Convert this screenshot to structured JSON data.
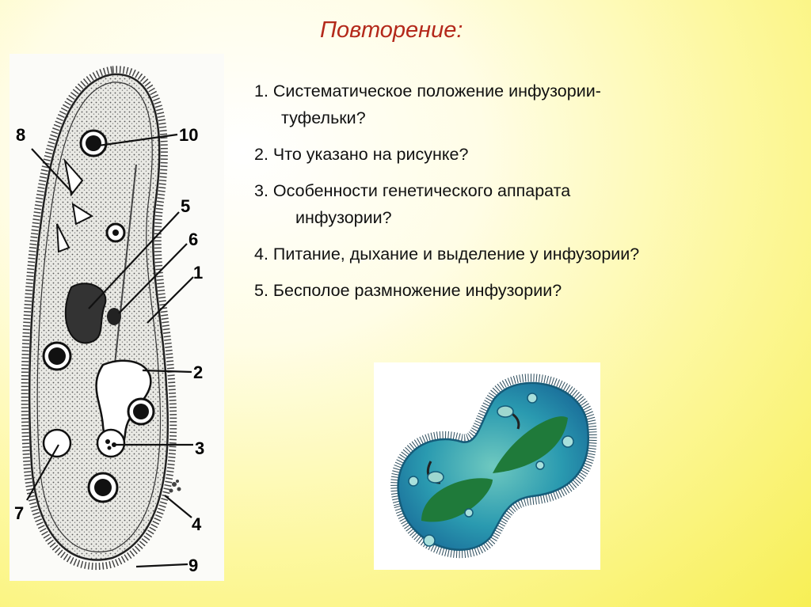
{
  "slide": {
    "title": "Повторение:",
    "questions": [
      {
        "line1": "1. Систематическое положение инфузории-",
        "line2": "туфельки?"
      },
      {
        "line1": "2. Что указано на рисунке?",
        "line2": ""
      },
      {
        "line1": "3. Особенности генетического аппарата",
        "line2": "инфузории?"
      },
      {
        "line1": "4. Питание, дыхание и выделение у инфузории?",
        "line2": ""
      },
      {
        "line1": "5. Бесполое размножение инфузории?",
        "line2": ""
      }
    ]
  },
  "diagram": {
    "labels": [
      "1",
      "2",
      "3",
      "4",
      "5",
      "6",
      "7",
      "8",
      "9",
      "10"
    ]
  },
  "colors": {
    "title": "#b4291b",
    "text": "#111111",
    "background_yellow": "#f7ef55",
    "cell_blue": "#1e8fb6",
    "cell_green": "#2f9a5c"
  }
}
